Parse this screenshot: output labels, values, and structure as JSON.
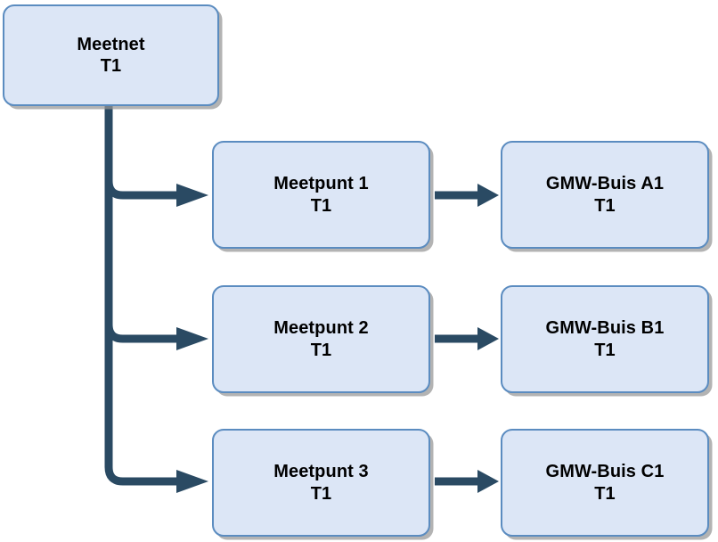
{
  "diagram": {
    "type": "hierarchy-tree",
    "background_color": "#ffffff",
    "node_fill_color": "#dce6f6",
    "node_border_color": "#5b8cc0",
    "connector_color": "#2a4a63",
    "text_color": "#000000",
    "nodes": [
      {
        "id": "meetnet",
        "title": "Meetnet",
        "sub": "T1"
      },
      {
        "id": "meetpunt1",
        "title": "Meetpunt 1",
        "sub": "T1"
      },
      {
        "id": "meetpunt2",
        "title": "Meetpunt 2",
        "sub": "T1"
      },
      {
        "id": "meetpunt3",
        "title": "Meetpunt 3",
        "sub": "T1"
      },
      {
        "id": "gmwa1",
        "title": "GMW-Buis A1",
        "sub": "T1"
      },
      {
        "id": "gmwb1",
        "title": "GMW-Buis B1",
        "sub": "T1"
      },
      {
        "id": "gmwc1",
        "title": "GMW-Buis C1",
        "sub": "T1"
      }
    ],
    "edges": [
      {
        "from": "meetnet",
        "to": "meetpunt1",
        "style": "elbow-arrow"
      },
      {
        "from": "meetnet",
        "to": "meetpunt2",
        "style": "elbow-arrow"
      },
      {
        "from": "meetnet",
        "to": "meetpunt3",
        "style": "elbow-arrow"
      },
      {
        "from": "meetpunt1",
        "to": "gmwa1",
        "style": "straight-arrow"
      },
      {
        "from": "meetpunt2",
        "to": "gmwb1",
        "style": "straight-arrow"
      },
      {
        "from": "meetpunt3",
        "to": "gmwc1",
        "style": "straight-arrow"
      }
    ]
  }
}
